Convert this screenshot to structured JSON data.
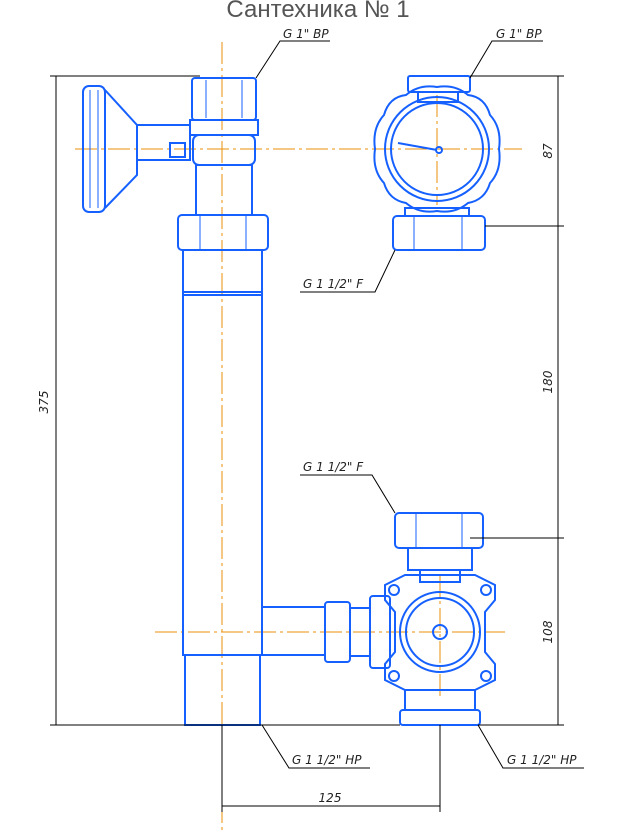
{
  "title": "Сантехника № 1",
  "labels": {
    "top_left_thread": "G 1\" ВР",
    "top_right_thread": "G 1\" ВР",
    "upper_union_thread": "G 1 1/2\" F",
    "lower_union_thread": "G 1 1/2\" F",
    "bottom_left_thread": "G 1 1/2\" НР",
    "bottom_right_thread": "G 1 1/2\" НР"
  },
  "dimensions": {
    "total_height": "375",
    "gauge_to_union": "87",
    "union_to_union": "180",
    "lower_section": "108",
    "horizontal_spacing": "125"
  },
  "colors": {
    "lines": "#1560ff",
    "centerlines": "#e8900a",
    "dimensions": "#000000"
  }
}
